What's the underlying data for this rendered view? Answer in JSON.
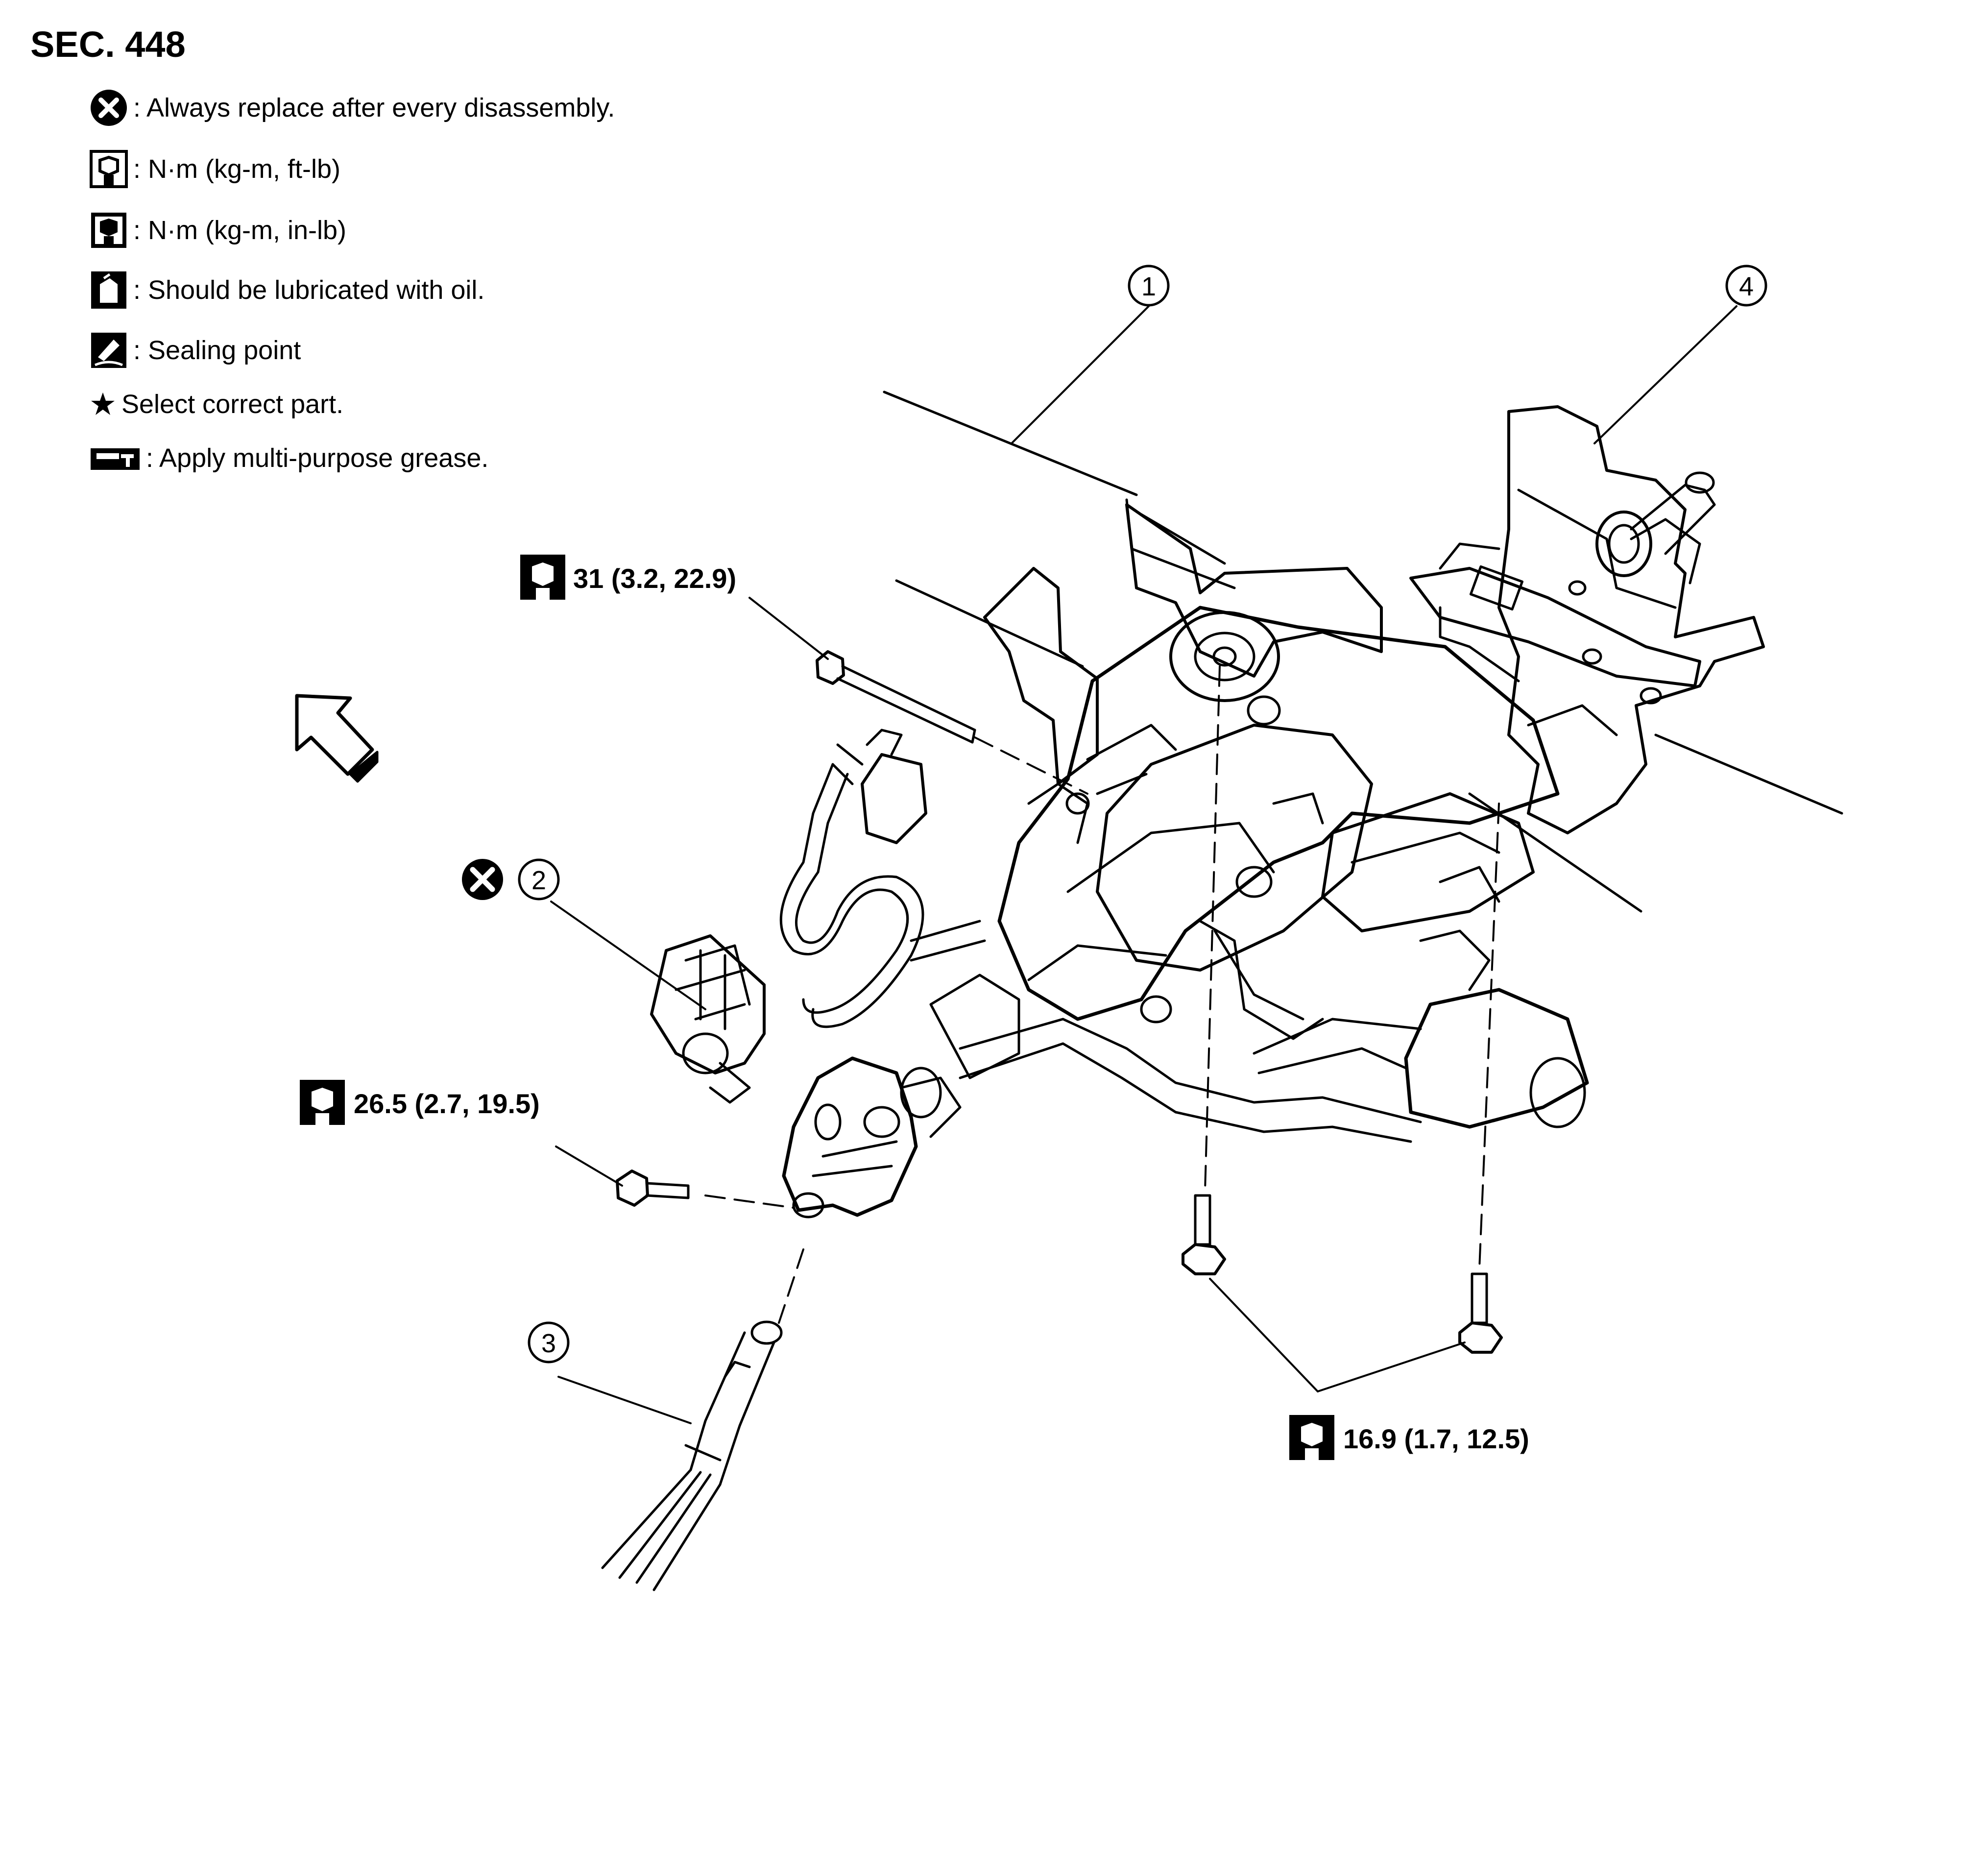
{
  "section": {
    "title": "SEC. 448"
  },
  "legend": {
    "replace": {
      "icon": "x-circle-icon",
      "text": ": Always replace after every disassembly."
    },
    "torque_ftlb": {
      "icon": "torque-wrench-icon",
      "text": ": N·m (kg-m, ft-lb)"
    },
    "torque_inlb": {
      "icon": "torque-wrench-filled-icon",
      "text": ": N·m (kg-m, in-lb)"
    },
    "oil": {
      "icon": "oil-can-icon",
      "text": ": Should be lubricated with oil."
    },
    "sealing": {
      "icon": "sealing-icon",
      "text": ": Sealing point"
    },
    "select": {
      "icon": "star-icon",
      "text": "Select correct part."
    },
    "grease": {
      "icon": "grease-gun-icon",
      "text": ": Apply multi-purpose grease."
    }
  },
  "callouts": {
    "c1": "1",
    "c2": "2",
    "c3": "3",
    "c4": "4"
  },
  "torques": {
    "upper_bolt": "31 (3.2, 22.9)",
    "joint_bolt": "26.5 (2.7, 19.5)",
    "lower_bolts": "16.9 (1.7, 12.5)"
  },
  "colors": {
    "line": "#000000",
    "background": "#ffffff"
  }
}
